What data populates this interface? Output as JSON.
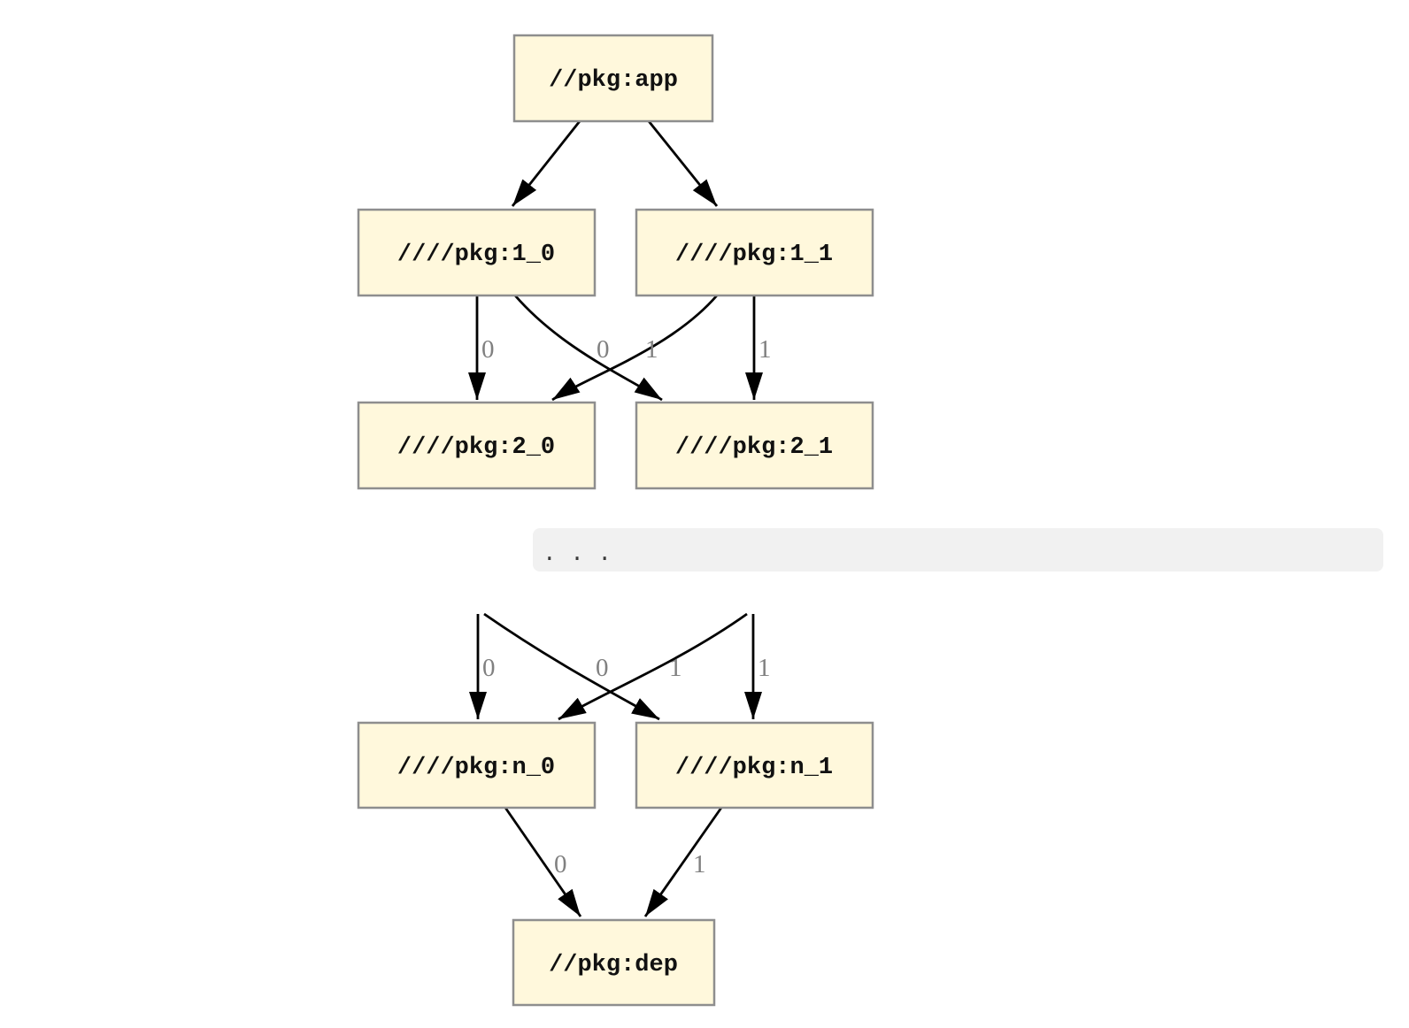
{
  "colors": {
    "node_fill": "#fff8dc",
    "node_border": "#8e8e8e",
    "node_text": "#111111",
    "edge_color": "#000000",
    "edge_label_color": "#808080",
    "code_bg": "#f1f1f1",
    "code_text": "#3a3a3a"
  },
  "diagram_top": {
    "nodes": {
      "app": {
        "label": "//pkg:app"
      },
      "v1_0": {
        "label": "////pkg:1_0"
      },
      "v1_1": {
        "label": "////pkg:1_1"
      },
      "v2_0": {
        "label": "////pkg:2_0"
      },
      "v2_1": {
        "label": "////pkg:2_1"
      }
    },
    "edge_labels": {
      "from_1_0_to_2_0": "0",
      "from_1_1_to_2_0": "0",
      "from_1_0_to_2_1": "1",
      "from_1_1_to_2_1": "1"
    }
  },
  "separator": {
    "code_text": ". . ."
  },
  "diagram_bottom": {
    "nodes": {
      "n_0": {
        "label": "////pkg:n_0"
      },
      "n_1": {
        "label": "////pkg:n_1"
      },
      "dep": {
        "label": "//pkg:dep"
      }
    },
    "edge_labels": {
      "top_to_n_0": "0",
      "cross_to_n_0": "0",
      "cross_to_n_1": "1",
      "top_to_n_1": "1",
      "from_n_0_to_dep": "0",
      "from_n_1_to_dep": "1"
    }
  }
}
